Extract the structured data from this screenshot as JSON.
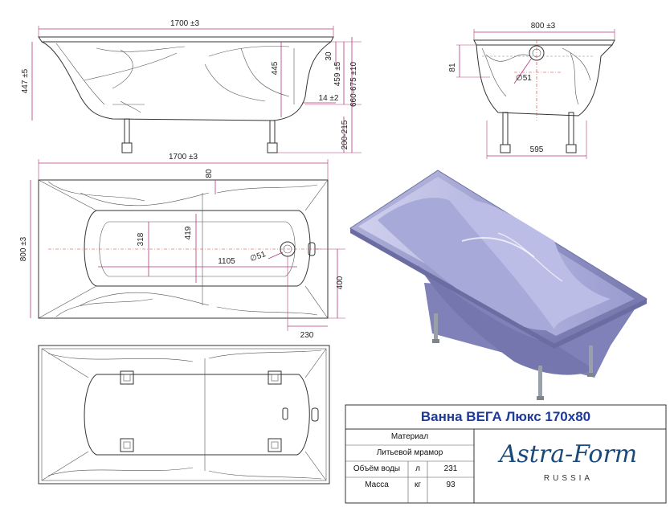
{
  "dimensions": {
    "side_length": "1700 ±3",
    "side_height_total": "447 ±5",
    "side_inner_depth": "445",
    "side_rim_30": "30",
    "side_rim_depth": "459 ±5",
    "side_height_range": "660-675 ±10",
    "side_leg_range": "200-215",
    "side_wall": "14 ±2",
    "end_width": "800 ±3",
    "end_81": "81",
    "end_drain": "∅51",
    "end_leg_span": "595",
    "top_length": "1700 ±3",
    "top_width": "800 ±3",
    "top_80": "80",
    "top_318": "318",
    "top_419": "419",
    "top_1105": "1105",
    "top_drain": "∅51",
    "top_400": "400",
    "top_230": "230"
  },
  "title_block": {
    "product_name": "Ванна ВЕГА Люкс 170х80",
    "material_label": "Материал",
    "material_value": "Литьевой мрамор",
    "volume_label": "Объём воды",
    "volume_unit": "л",
    "volume_value": "231",
    "mass_label": "Масса",
    "mass_unit": "кг",
    "mass_value": "93"
  },
  "logo": {
    "brand": "Astra-Form",
    "sub": "RUSSIA"
  },
  "colors": {
    "title": "#1e3a9a",
    "dimension_line": "#b33a7a",
    "render_body": "#8d8fc4",
    "logo": "#1b4a7a"
  }
}
